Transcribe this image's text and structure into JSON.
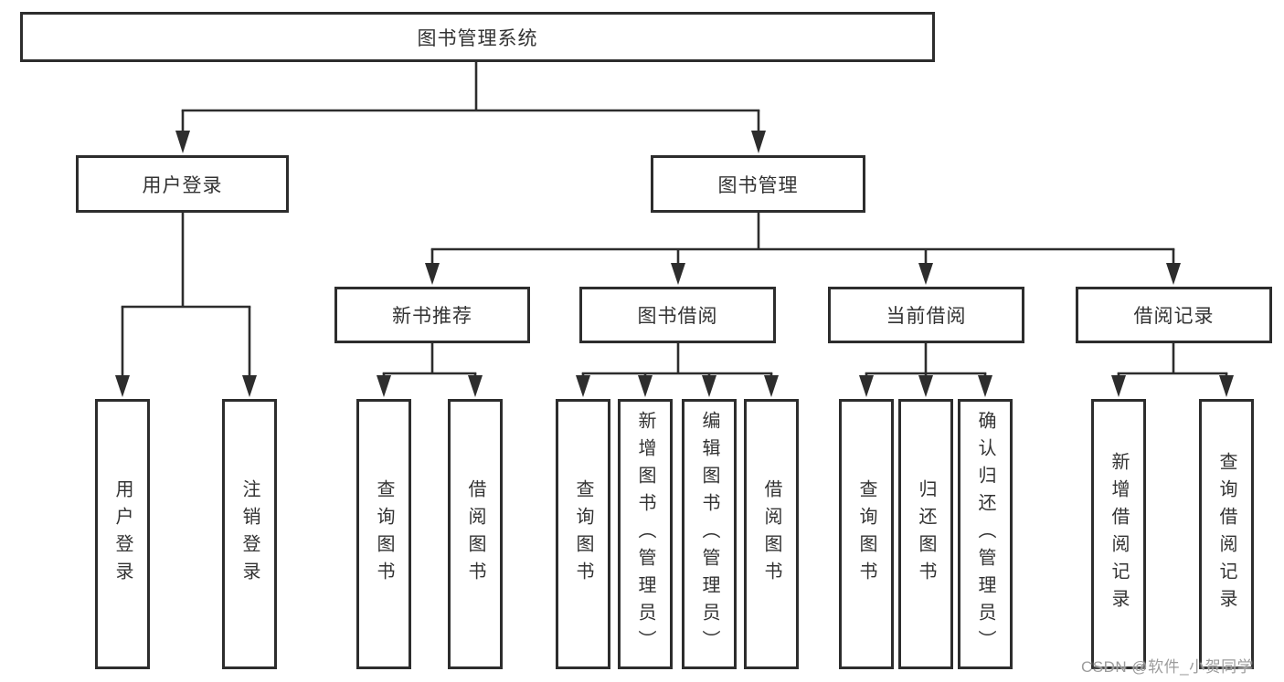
{
  "tree": {
    "root": "图书管理系统",
    "children": [
      {
        "label": "用户登录",
        "leaves": [
          "用户登录",
          "注销登录"
        ]
      },
      {
        "label": "图书管理",
        "children": [
          {
            "label": "新书推荐",
            "leaves": [
              "查询图书",
              "借阅图书"
            ]
          },
          {
            "label": "图书借阅",
            "leaves": [
              "查询图书",
              "新增图书（管理员）",
              "编辑图书（管理员）",
              "借阅图书"
            ]
          },
          {
            "label": "当前借阅",
            "leaves": [
              "查询图书",
              "归还图书",
              "确认归还（管理员）"
            ]
          },
          {
            "label": "借阅记录",
            "leaves": [
              "新增借阅记录",
              "查询借阅记录"
            ]
          }
        ]
      }
    ]
  },
  "watermark": {
    "text": "CSDN @软件_小贺同学"
  },
  "colors": {
    "line": "#2d2d2d",
    "box_border": "#2d2d2d",
    "text": "#333333",
    "watermark": "#9c9c9c",
    "background": "#ffffff"
  }
}
